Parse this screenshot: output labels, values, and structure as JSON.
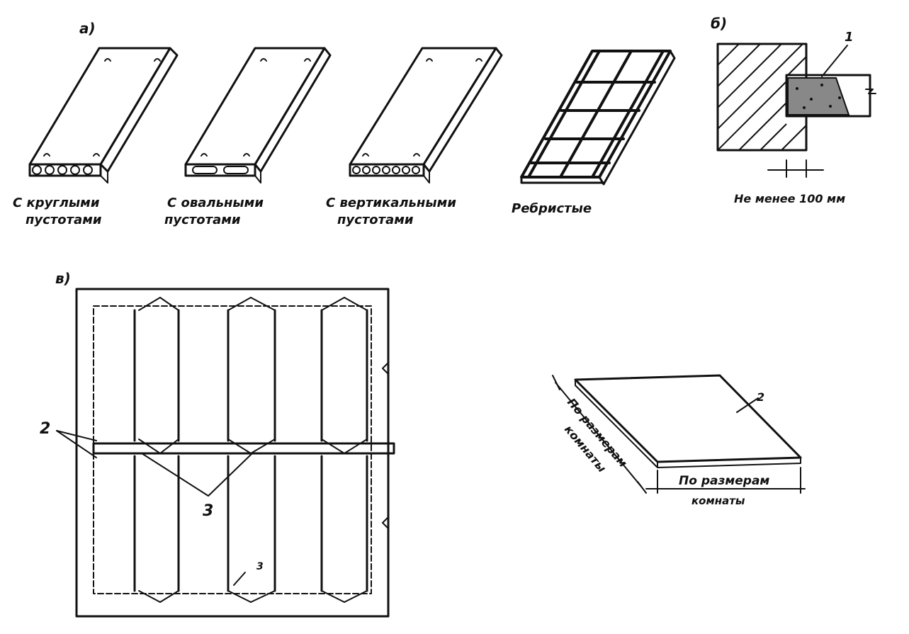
{
  "panel_a": {
    "label": "а)",
    "captions": {
      "round": [
        "С круглыми",
        "пустотами"
      ],
      "oval": [
        "С овальными",
        "пустотами"
      ],
      "vertical": [
        "С вертикальными",
        "пустотами"
      ],
      "ribbed": [
        "Ребристые"
      ]
    }
  },
  "panel_b": {
    "label": "б)",
    "marker": "1",
    "dimension_text": "Не менее 100 мм"
  },
  "panel_v": {
    "label": "в)",
    "marker_2": "2",
    "marker_3": "3",
    "marker_3_small": "3"
  },
  "panel_slab": {
    "marker": "2",
    "dim_left": [
      "По размерам",
      "комнаты"
    ],
    "dim_bottom": [
      "По размерам",
      "комнаты"
    ]
  }
}
